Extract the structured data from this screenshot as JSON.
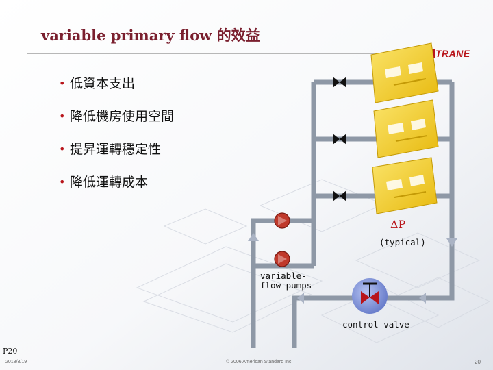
{
  "slide": {
    "title": "variable primary flow 的效益",
    "brand": "TRANE",
    "bullets": [
      "低資本支出",
      "降低機房使用空間",
      "提昇運轉穩定性",
      "降低運轉成本"
    ]
  },
  "diagram": {
    "dp_label": "ΔP",
    "dp_note": "(typical)",
    "pumps_label": "variable-flow pumps",
    "valve_label": "control valve",
    "colors": {
      "pipe": "#8e98a6",
      "chiller": "#f2cf2a",
      "pump": "#c0392b",
      "valve_body": "#7c8fd6",
      "accent": "#7a1f2e"
    }
  },
  "footer": {
    "page_id": "P20",
    "date": "2018/3/19",
    "copyright": "© 2006 American Standard Inc.",
    "page_number": "20"
  }
}
